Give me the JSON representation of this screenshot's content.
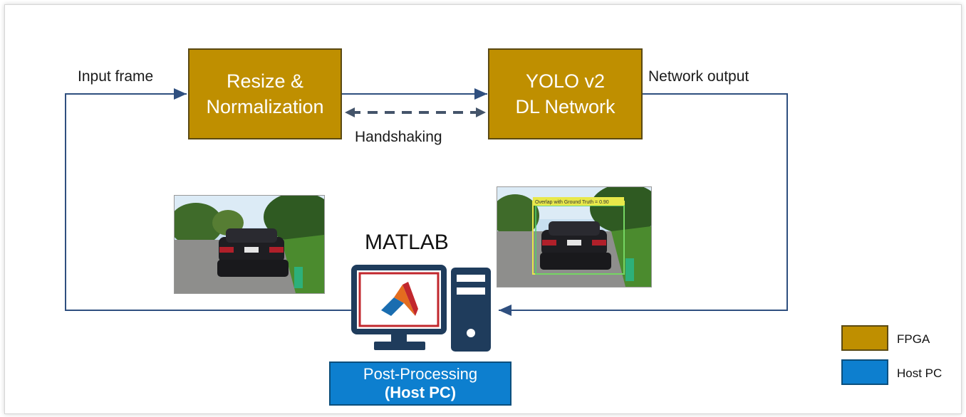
{
  "blocks": {
    "resize": {
      "line1": "Resize &",
      "line2": "Normalization"
    },
    "yolo": {
      "line1": "YOLO v2",
      "line2": "DL Network"
    }
  },
  "labels": {
    "input_frame": "Input frame",
    "network_output": "Network output",
    "handshaking": "Handshaking",
    "matlab": "MATLAB",
    "overlay_caption": "Overlap with Ground Truth = 0.90"
  },
  "post_processing": {
    "line1": "Post-Processing",
    "line2": "(Host PC)"
  },
  "legend": [
    {
      "label": "FPGA",
      "color": "#bf8f00"
    },
    {
      "label": "Host PC",
      "color": "#0d7fcf"
    }
  ],
  "colors": {
    "fpga": "#bf8f00",
    "host_pc": "#0d7fcf",
    "wire": "#2f4f7f",
    "computer_outline": "#1f3c5c",
    "computer_accent": "#c1272d"
  },
  "icons": {
    "computer": "desktop-computer-icon",
    "matlab_logo": "matlab-logo-icon"
  }
}
